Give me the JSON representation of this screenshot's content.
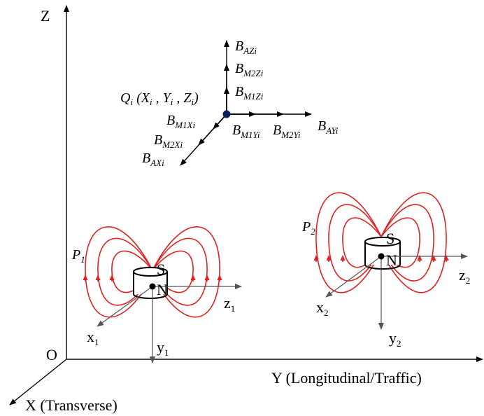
{
  "axes": {
    "z": "Z",
    "origin": "O",
    "y": "Y (Longitudinal/Traffic)",
    "x": "X (Transverse)"
  },
  "point": {
    "Q": "Q",
    "Q_sub": "i",
    "coords": " (X",
    "coords_sub_x": "i",
    "coords_y": " , Y",
    "coords_sub_y": "i",
    "coords_z": " , Z",
    "coords_sub_z": "i",
    "coords_close": ")"
  },
  "field_components": {
    "BAZ": {
      "main": "B",
      "sub": "AZi"
    },
    "BM2Z": {
      "main": "B",
      "sub": "M2Zi"
    },
    "BM1Z": {
      "main": "B",
      "sub": "M1Zi"
    },
    "BM1X": {
      "main": "B",
      "sub": "M1Xi"
    },
    "BM2X": {
      "main": "B",
      "sub": "M2Xi"
    },
    "BAX": {
      "main": "B",
      "sub": "AXi"
    },
    "BM1Y": {
      "main": "B",
      "sub": "M1Yi"
    },
    "BM2Y": {
      "main": "B",
      "sub": "M2Yi"
    },
    "BAY": {
      "main": "B",
      "sub": "AYi"
    }
  },
  "magnet1": {
    "name": "P",
    "name_sub": "1",
    "south": "S",
    "north": "N",
    "x": "x",
    "x_sub": "1",
    "y": "y",
    "y_sub": "1",
    "z": "z",
    "z_sub": "1"
  },
  "magnet2": {
    "name": "P",
    "name_sub": "2",
    "south": "S",
    "north": "N",
    "x": "x",
    "x_sub": "2",
    "y": "y",
    "y_sub": "2",
    "z": "z",
    "z_sub": "2"
  },
  "colors": {
    "field_lines": "#e32020",
    "axes": "#000000",
    "point": "#0b1f5c"
  }
}
